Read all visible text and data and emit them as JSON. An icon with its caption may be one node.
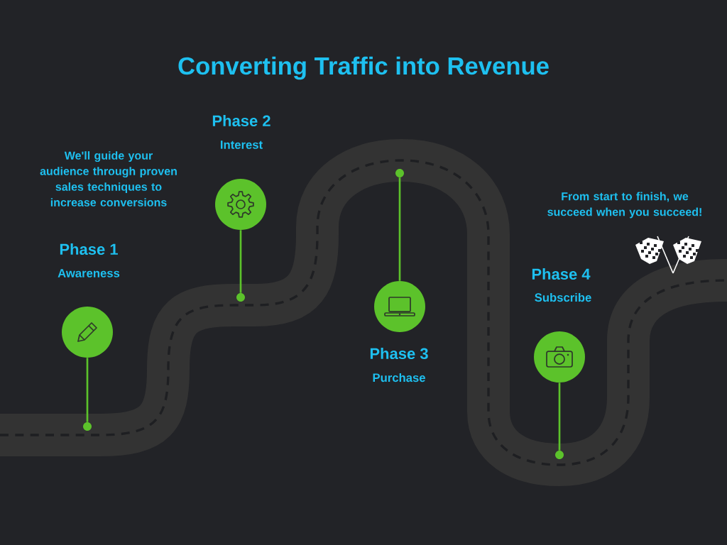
{
  "diagram": {
    "title": "Converting Traffic into Revenue",
    "nodes": [
      {
        "text": [],
        "shape": "circle",
        "beside": [
          "Phase 1",
          "Awareness"
        ]
      },
      {
        "text": [],
        "shape": "circle",
        "beside": [
          "Phase 2",
          "Interest"
        ]
      },
      {
        "text": [],
        "shape": "circle",
        "beside": [
          "Phase 3",
          "Purchase"
        ]
      },
      {
        "text": [],
        "shape": "circle",
        "beside": [
          "Phase 4",
          "Subscribe"
        ]
      },
      {
        "text": [],
        "shape": "circle"
      },
      {
        "text": [],
        "shape": "circle"
      },
      {
        "text": [],
        "shape": "circle"
      },
      {
        "text": [],
        "shape": "circle"
      }
    ],
    "edges": [
      {
        "from": 0,
        "to": 4,
        "arrow": "none"
      },
      {
        "from": 1,
        "to": 5,
        "arrow": "none"
      },
      {
        "from": 2,
        "to": 6,
        "arrow": "none"
      },
      {
        "from": 3,
        "to": 7,
        "arrow": "none"
      }
    ],
    "labels": [
      "We'll guide your audience through proven sales techniques to increase conversions",
      "From start to finish, we succeed when you succeed!"
    ]
  }
}
